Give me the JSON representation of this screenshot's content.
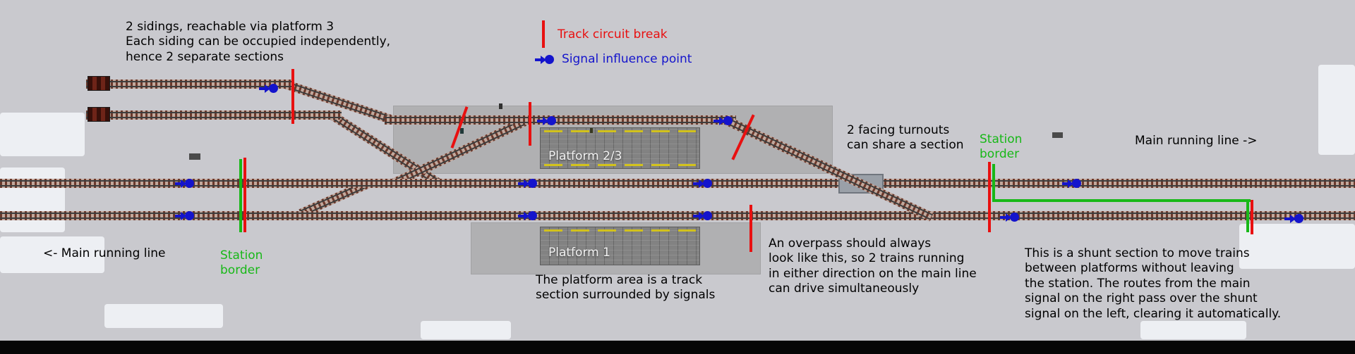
{
  "colors": {
    "circuit_break": "#e81010",
    "signal_influence": "#1414cc",
    "station_border": "#18b818",
    "terrain": "#c9c9ce"
  },
  "legend": {
    "circuit_break_label": "Track circuit break",
    "signal_influence_label": "Signal influence point"
  },
  "platforms": {
    "platform23_label": "Platform 2/3",
    "platform1_label": "Platform 1"
  },
  "notes": {
    "sidings": "2 sidings, reachable via platform 3\nEach siding can be occupied independently,\nhence 2 separate sections",
    "facing_turnouts": "2 facing turnouts\ncan share a section",
    "station_border_left": "Station\nborder",
    "station_border_right": "Station\nborder",
    "main_line_left": "<- Main running line",
    "main_line_right": "Main running line ->",
    "platform_area": "The platform area is a track\nsection surrounded by signals",
    "overpass": "An overpass should always\nlook like this, so 2 trains running\nin either direction on the main line\ncan drive simultaneously",
    "shunt": "This is a shunt section to move trains\nbetween platforms without leaving\nthe station. The routes from the main\nsignal on the right pass over the shunt\nsignal on the left, clearing it automatically."
  }
}
